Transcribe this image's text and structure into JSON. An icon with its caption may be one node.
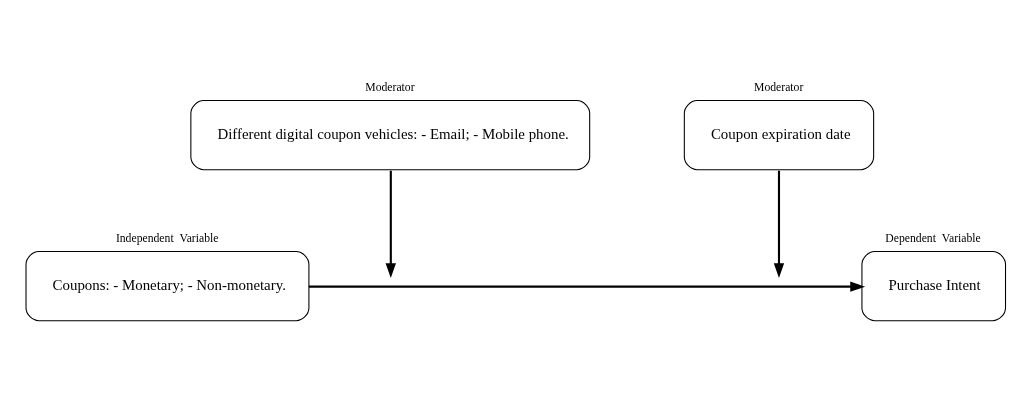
{
  "diagram": {
    "nodes": [
      {
        "text": [
          "Independent  Variable",
          "Coupons: - Monetary; - Non-monetary."
        ]
      },
      {
        "text": [
          "Moderator",
          "Different digital coupon vehicles: - Email; - Mobile phone."
        ]
      },
      {
        "text": [
          "Moderator",
          "Coupon expiration date"
        ]
      },
      {
        "text": [
          "Dependent  Variable",
          "Purchase Intent"
        ]
      }
    ],
    "edges": [
      {
        "from": 0,
        "to": 3,
        "arrow": "to"
      },
      {
        "from": 1,
        "to": null,
        "arrow": "to"
      },
      {
        "from": 2,
        "to": null,
        "arrow": "to"
      }
    ]
  }
}
